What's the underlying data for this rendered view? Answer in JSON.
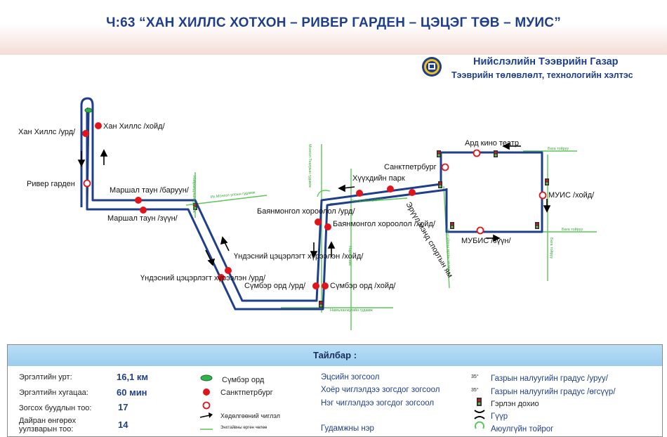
{
  "title": "Ч:63 “ХАН ХИЛЛС ХОТХОН – РИВЕР ГАРДЕН – ЦЭЦЭГ ТӨВ – МУИС”",
  "organization": {
    "name": "Нийслэлийн Тээврийн Газар",
    "department": "Тээврийн төлөвлөлт, технологийн хэлтэс"
  },
  "colors": {
    "route": "#1f3f8c",
    "stop": "#e0151b",
    "street": "#5dc55a",
    "title": "#1f3f8c"
  },
  "stops": [
    {
      "label": "Хан Хиллс /урд/",
      "type": "filled"
    },
    {
      "label": "Хан Хиллс /хойд/",
      "type": "filled"
    },
    {
      "label": "Ривер гарден",
      "type": "hollow"
    },
    {
      "label": "Маршал таун /баруун/",
      "type": "filled"
    },
    {
      "label": "Маршал таун /зүүн/",
      "type": "filled"
    },
    {
      "label": "Үндэсний цэцэрлэгт хүрээлэн /хойд/",
      "type": "filled"
    },
    {
      "label": "Үндэсний цэцэрлэгт хүрээлэн /урд/",
      "type": "filled"
    },
    {
      "label": "Баянмонгол хороолол /урд/",
      "type": "filled"
    },
    {
      "label": "Баянмонгол хороолол /хойд/",
      "type": "filled"
    },
    {
      "label": "Сүмбэр орд /урд/",
      "type": "filled"
    },
    {
      "label": "Сүмбэр орд /хойд/",
      "type": "filled"
    },
    {
      "label": "Хүүхдийн парк",
      "type": "filled"
    },
    {
      "label": "Эрүүл мэнд спортын ям",
      "type": "filled"
    },
    {
      "label": "Санктпетрбург",
      "type": "hollow"
    },
    {
      "label": "Ард кино театр",
      "type": "hollow"
    },
    {
      "label": "МУИС /хойд/",
      "type": "hollow"
    },
    {
      "label": "МУБИС /зүүн/",
      "type": "hollow"
    }
  ],
  "streets": [
    "Нэйрамдлын гудамж",
    "Их Монгол улсын гудамж",
    "Монгол Театрын гудамж",
    "Нарны зам",
    "Намъяанжугийн гудамж",
    "Олимпийн гудамж",
    "Энхтайвны өргөн чөлөө",
    "Бага тойруу",
    "Бага тойруу",
    "Бага тойруу"
  ],
  "legend": {
    "title": "Тайлбар :",
    "stats": [
      {
        "label": "Эргэлтийн урт:",
        "value": "16,1 км"
      },
      {
        "label": "Эргэлтийн хугацаа:",
        "value": "60 мин"
      },
      {
        "label": "Зогсох буудлын тоо:",
        "value": "17"
      },
      {
        "label": "Дайран өнгөрөх уулзварын тоо:",
        "value": "14"
      }
    ],
    "symbols": {
      "terminal": "Эцсийн зогсоол",
      "stop_main": "Сүмбэр орд",
      "stop_other": "Санктпетрбург",
      "direction": "Хөдөлгөөний чиглэл",
      "street_name_line": "Энхтайвны өргөн чөлөө",
      "two_way": "Хоёр чиглэлдээ зогсдог зогсоол",
      "one_way": "Нэг чиглэлдээ зогсдог зогсоол",
      "street_name": "Гудамжны нэр",
      "slope_up": "Газрын налуугийн градус /уруу/",
      "slope_down": "Газрын налуугийн градус /өгсүүр/",
      "traffic_light": "Гэрлэн дохио",
      "bridge": "Гүүр",
      "roundabout": "Аюулгүйн тойрог",
      "slope_up_value": "35°",
      "slope_down_value": "35°"
    }
  }
}
